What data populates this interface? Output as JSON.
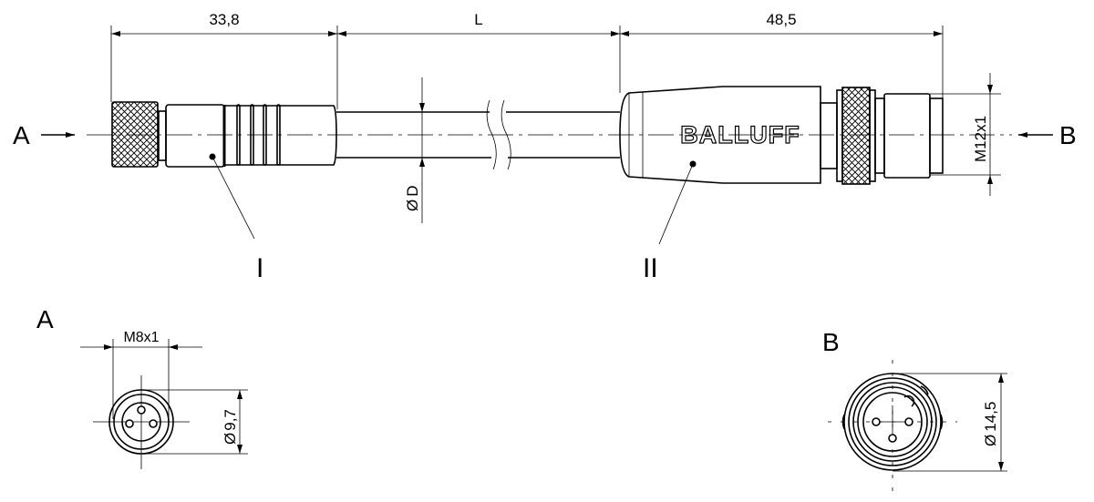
{
  "dimensions": {
    "left_length": "33,8",
    "cable_length": "L",
    "right_length": "48,5",
    "cable_diameter": "D",
    "right_thread": "M12x1",
    "left_thread": "M8x1",
    "left_diameter": "9,7",
    "right_diameter": "14,5",
    "diameter_symbol": "Ø"
  },
  "views": {
    "a": "A",
    "b": "B"
  },
  "callouts": {
    "one": "I",
    "two": "II"
  },
  "brand": "BALLUFF"
}
